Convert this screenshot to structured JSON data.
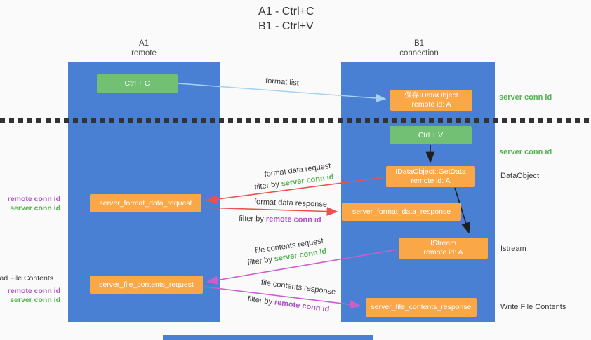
{
  "title": {
    "line1": "A1 - Ctrl+C",
    "line2": "B1 - Ctrl+V"
  },
  "lanes": {
    "left": {
      "title": "A1",
      "subtitle": "remote"
    },
    "right": {
      "title": "B1",
      "subtitle": "connection"
    }
  },
  "nodes": {
    "ctrl_c": {
      "label": "Ctrl + C"
    },
    "ctrl_v": {
      "label": "Ctrl + V"
    },
    "save_dataobject": {
      "line1": "保存IDataObject",
      "line2": "remote id: A"
    },
    "getdata": {
      "line1": "IDataObject::GetData",
      "line2": "remote id: A"
    },
    "istream": {
      "line1": "IStream",
      "line2": "remote id: A"
    },
    "format_request": {
      "label": "server_format_data_request"
    },
    "format_response": {
      "label": "server_format_data_response"
    },
    "file_request": {
      "label": "server_file_contents_request"
    },
    "file_response": {
      "label": "server_file_contents_response"
    }
  },
  "arrow_labels": {
    "format_list": "format list",
    "format_data_request": "format data request",
    "format_data_response": "format data response",
    "file_contents_request": "file contents request",
    "file_contents_response": "file contents response",
    "filter_by": "filter by",
    "server_conn_id": "server conn id",
    "remote_conn_id": "remote conn id"
  },
  "annotations": {
    "right_server_conn_id_top": "server conn id",
    "right_server_conn_id_mid": "server conn id",
    "dataobject": "DataObject",
    "istream": "Istream",
    "write_file_contents": "Write File Contents",
    "read_file_contents": "Read File Contents",
    "left_remote_conn_id_top": "remote conn id",
    "left_server_conn_id_top": "server conn id",
    "left_remote_conn_id_bottom": "remote conn id",
    "left_server_conn_id_bottom": "server conn id"
  },
  "colors": {
    "lane_blue": "#4a80d3",
    "node_green": "#71c073",
    "node_orange": "#f9a747",
    "arrow_red": "#e8534f",
    "arrow_magenta": "#c95fc9",
    "arrow_light_blue": "#a5d2f0",
    "arrow_black": "#1e1e1e",
    "text_green": "#53b253",
    "text_purple": "#ab53c3"
  }
}
